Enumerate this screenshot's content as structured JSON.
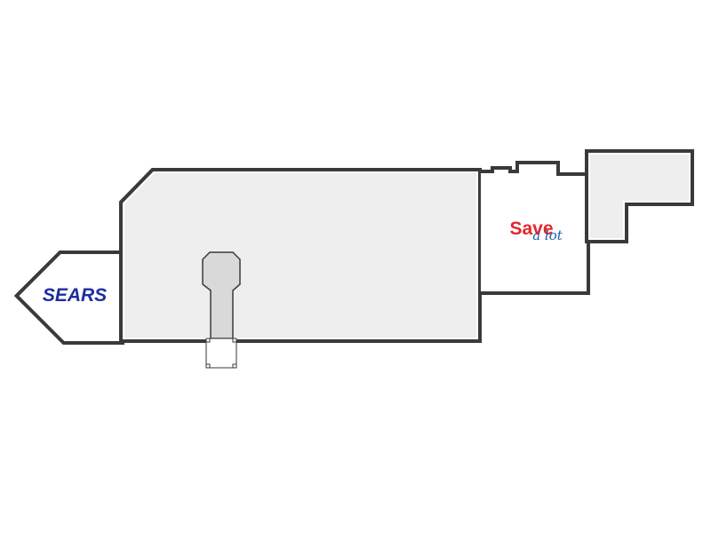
{
  "map": {
    "background_color": "#ffffff",
    "building_fill_color": "#eeeeee",
    "wall_color": "#3a3a3a",
    "corridor_color": "#d9d9d9"
  },
  "anchors": {
    "sears": {
      "label": "SEARS",
      "color": "#1f2ca0"
    },
    "save_a_lot": {
      "label_main": "Save",
      "label_sub": "a lot",
      "main_color": "#e3262e",
      "sub_color": "#1d5aa6"
    }
  }
}
